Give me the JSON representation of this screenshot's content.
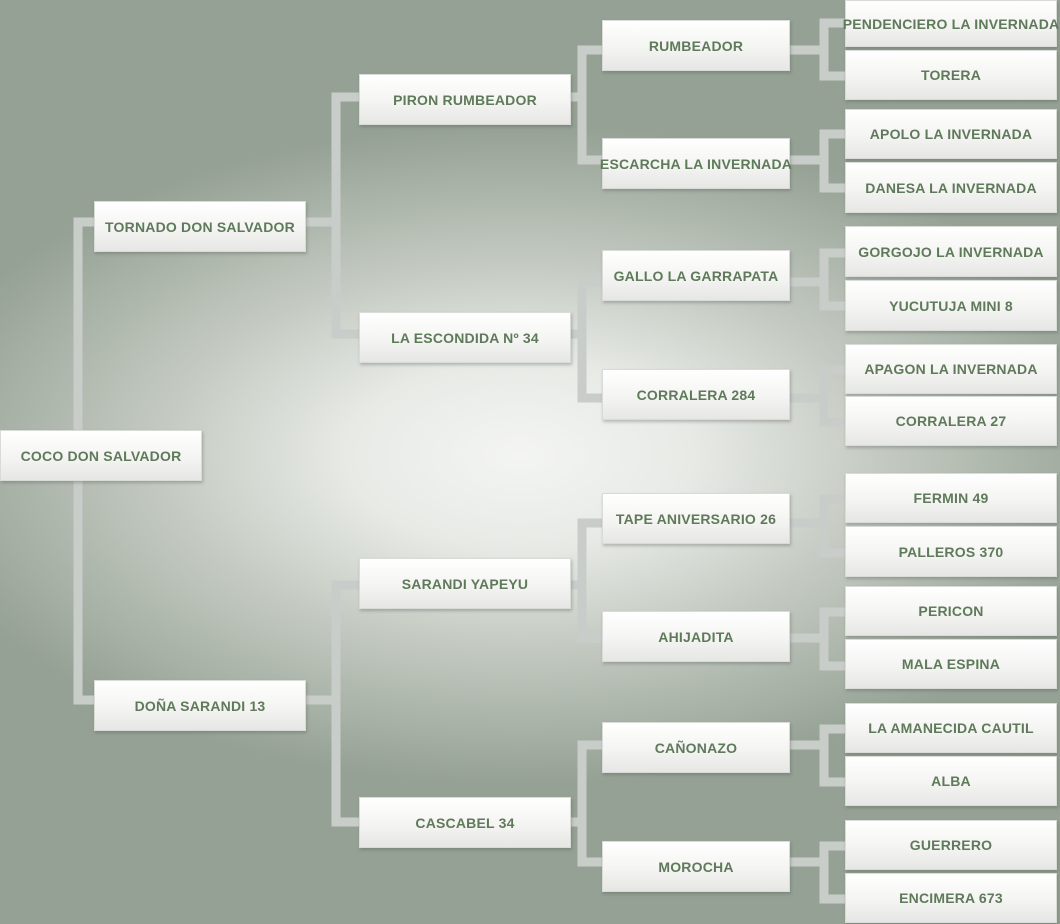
{
  "pedigree": {
    "subject": "COCO DON SALVADOR",
    "sire": "TORNADO DON SALVADOR",
    "dam": "DOÑA SARANDI 13",
    "grandparents": [
      "PIRON RUMBEADOR",
      "LA ESCONDIDA Nº 34",
      "SARANDI YAPEYU",
      "CASCABEL 34"
    ],
    "great_grandparents": [
      "RUMBEADOR",
      "ESCARCHA LA INVERNADA",
      "GALLO LA GARRAPATA",
      "CORRALERA 284",
      "TAPE ANIVERSARIO 26",
      "AHIJADITA",
      "CAÑONAZO",
      "MOROCHA"
    ],
    "great_great_grandparents": [
      "PENDENCIERO LA INVERNADA",
      "TORERA",
      "APOLO LA INVERNADA",
      "DANESA LA INVERNADA",
      "GORGOJO LA INVERNADA",
      "YUCUTUJA MINI 8",
      "APAGON LA INVERNADA",
      "CORRALERA 27",
      "FERMIN 49",
      "PALLEROS 370",
      "PERICON",
      "MALA ESPINA",
      "LA AMANECIDA CAUTIL",
      "ALBA",
      "GUERRERO",
      "ENCIMERA 673"
    ]
  },
  "colors": {
    "text": "#5f7a5a",
    "connector": "#c9cdc9",
    "box_fill": "#f4f4f2",
    "background_center": "#f4f5f3",
    "background_edge": "#95a194"
  }
}
